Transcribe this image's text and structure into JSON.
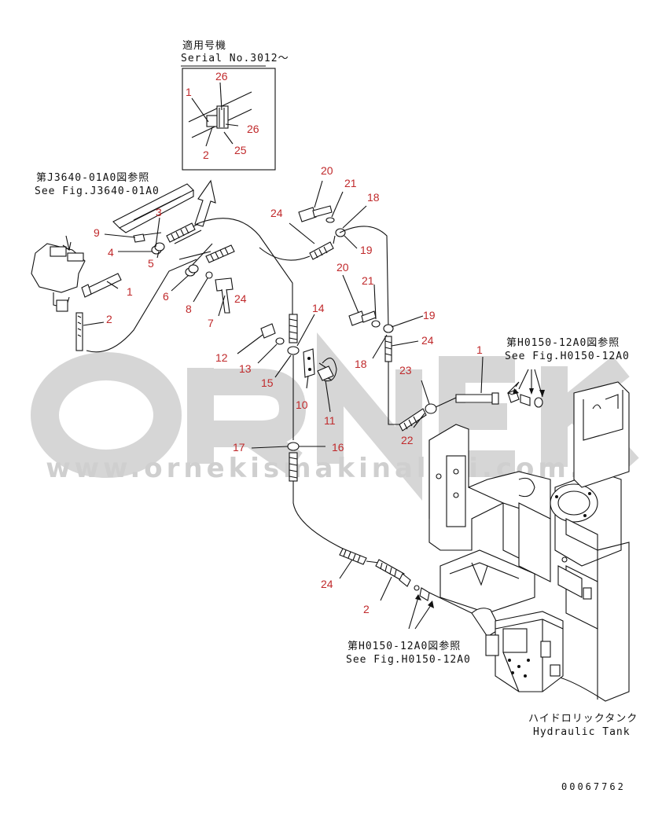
{
  "watermark": {
    "brand": "ORNEK",
    "url": "www.ornekismakinalari.com.tr"
  },
  "inset": {
    "applicable_jp": "適用号機",
    "serial": "Serial No.3012～",
    "labels": [
      "26",
      "1",
      "26",
      "2",
      "25"
    ]
  },
  "refs": {
    "j3640_jp": "第J3640-01A0図参照",
    "j3640_en": "See Fig.J3640-01A0",
    "h0150_top_jp": "第H0150-12A0図参照",
    "h0150_top_en": "See Fig.H0150-12A0",
    "h0150_bot_jp": "第H0150-12A0図参照",
    "h0150_bot_en": "See Fig.H0150-12A0"
  },
  "tank": {
    "jp": "ハイドロリックタンク",
    "en": "Hydraulic Tank"
  },
  "drawing_number": "00067762",
  "part_labels": [
    "3",
    "9",
    "4",
    "5",
    "1",
    "6",
    "8",
    "7",
    "24",
    "2",
    "20",
    "21",
    "18",
    "24",
    "19",
    "20",
    "21",
    "19",
    "24",
    "18",
    "14",
    "12",
    "13",
    "15",
    "10",
    "11",
    "23",
    "22",
    "1",
    "17",
    "16",
    "24",
    "2"
  ]
}
